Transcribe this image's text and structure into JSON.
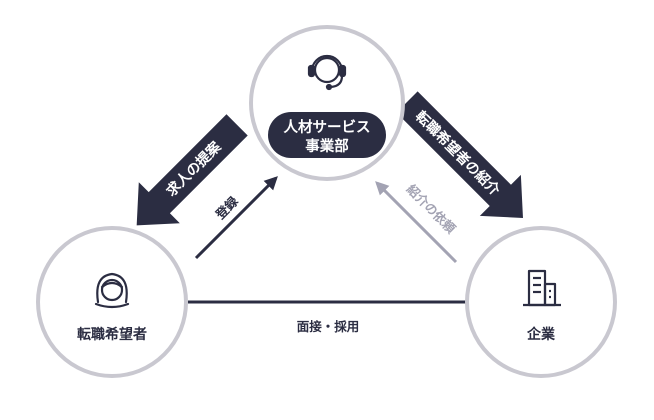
{
  "nodes": {
    "center": {
      "label_line1": "人材サービス",
      "label_line2": "事業部",
      "icon": "headset-person-icon"
    },
    "left": {
      "label": "転職希望者",
      "icon": "person-icon"
    },
    "right": {
      "label": "企業",
      "icon": "building-icon"
    }
  },
  "edges": {
    "proposal": "求人の提案",
    "introduction": "転職希望者の紹介",
    "registration": "登録",
    "request": "紹介の依頼",
    "interview": "面接・採用"
  },
  "colors": {
    "dark": "#2b2d42",
    "ring": "#c9c8d0",
    "light_arrow": "#a3a3b3"
  }
}
